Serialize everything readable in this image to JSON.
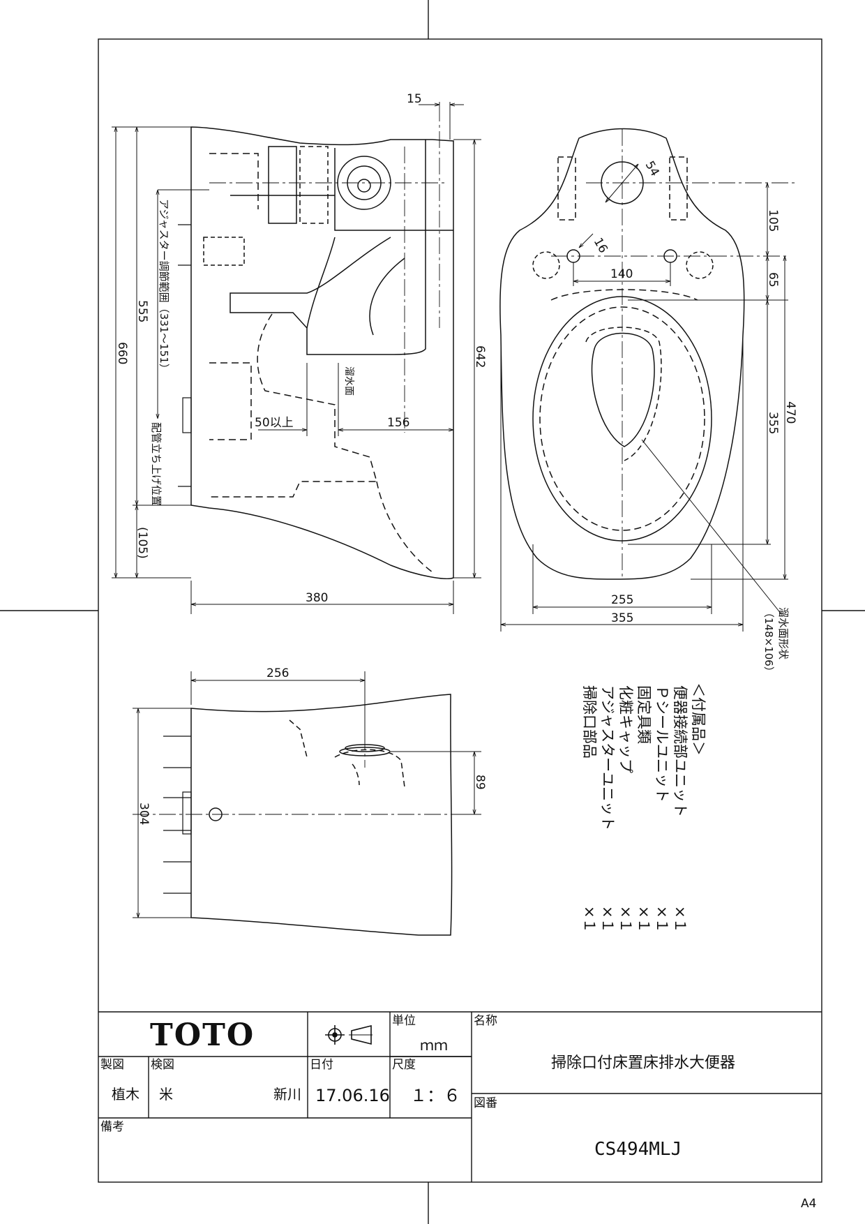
{
  "drawing": {
    "dims_side": {
      "d15": "15",
      "d105b": "(105)",
      "d642": "642",
      "d555": "555",
      "d660": "660",
      "adj": "アジャスター調節範囲（331〜151）",
      "pipe": "配管立ち上げ位置",
      "water": "溜水面",
      "d50": "50以上",
      "d156": "156",
      "d380": "380"
    },
    "dims_top": {
      "d54": "54",
      "d16": "16",
      "d140": "140",
      "d105": "105",
      "d65": "65",
      "d470": "470",
      "d355v": "355",
      "d255": "255",
      "d355h": "355",
      "pool": "溜水面形状",
      "poolsize": "（148×106）"
    },
    "dims_bottom": {
      "d256": "256",
      "d89": "89",
      "d304": "304"
    },
    "accessories": {
      "title": "＜付属品＞",
      "items": [
        {
          "name": "便器接続部ユニット",
          "qty": "×１"
        },
        {
          "name": "Ｐシールユニット",
          "qty": "×１"
        },
        {
          "name": "固定具類",
          "qty": "×１"
        },
        {
          "name": "化粧キャップ",
          "qty": "×１"
        },
        {
          "name": "アジャスターユニット",
          "qty": "×１"
        },
        {
          "name": "掃除口部品",
          "qty": "×１"
        }
      ]
    }
  },
  "titleblock": {
    "brand": "TOTO",
    "unit_label": "単位",
    "unit": "ｍｍ",
    "name_label": "名称",
    "name": "掃除口付床置床排水大便器",
    "drawn_label": "製図",
    "drawn_by": "植木",
    "checked_label": "検図",
    "checked_1": "米",
    "checked_2": "新川",
    "date_label": "日付",
    "date": "17.06.16",
    "scale_label": "尺度",
    "scale": "１：６",
    "number_label": "図番",
    "number": "CS494MLJ",
    "remarks_label": "備考"
  },
  "paper_size": "A4"
}
